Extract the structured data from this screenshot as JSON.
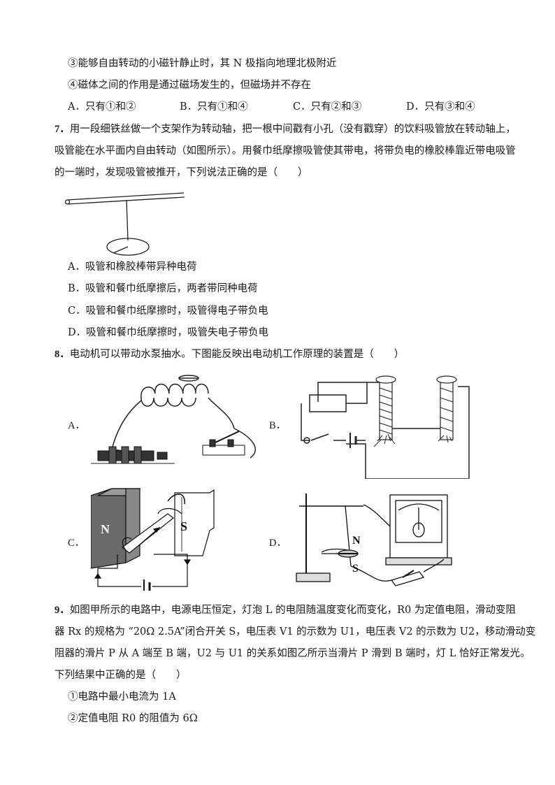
{
  "q6": {
    "item3": "③能够自由转动的小磁针静止时，其 N 极指向地理北极附近",
    "item4": "④磁体之间的作用是通过磁场发生的，但磁场并不存在",
    "opt_a": "A．只有①和②",
    "opt_b": "B．只有①和④",
    "opt_c": "C．只有②和③",
    "opt_d": "D．只有③和④"
  },
  "q7": {
    "num": "7．",
    "line1": "用一段细铁丝做一个支架作为转动轴，把一根中间戳有小孔（没有戳穿）的饮料吸管放在转动轴上，",
    "line2": "吸管能在水平面内自由转动（如图所示）。用餐巾纸摩擦吸管使其带电，将带负电的橡胶棒靠近带电吸管",
    "line3": "的一端时，发现吸管被推开，下列说法正确的是（　　）",
    "opt_a": "A．吸管和橡胶棒带异种电荷",
    "opt_b": "B．吸管和餐巾纸摩擦后，两者带同种电荷",
    "opt_c": "C．吸管和餐巾纸摩擦时，吸管得电子带负电",
    "opt_d": "D．吸管和餐巾纸摩擦时，吸管失电子带负电"
  },
  "q8": {
    "num": "8．",
    "stem": "电动机可以带动水泵抽水。下图能反映出电动机工作原理的装置是（　　）",
    "label_a": "A．",
    "label_b": "B．",
    "label_c": "C．",
    "label_d": "D．",
    "magnet_n": "N",
    "magnet_s": "S",
    "needle_n": "N",
    "needle_s": "S"
  },
  "q9": {
    "num": "9．",
    "line1": "如图甲所示的电路中，电源电压恒定，灯泡 L 的电阻随温度变化而变化，R0 为定值电阻，滑动变阻",
    "line2": "器 Rx 的规格为 “20Ω 2.5A”闭合开关 S，电压表 V1 的示数为 U1，电压表 V2 的示数为 U2，移动滑动变",
    "line3": "阻器的滑片 P 从 A 端至 B 端，U2 与 U1 的关系如图乙所示当滑片 P 滑到 B 端时，灯 L 恰好正常发光。",
    "line4": "下列结果中正确的是（　　）",
    "item1": "①电路中最小电流为 1A",
    "item2": "②定值电阻 R0 的阻值为 6Ω"
  }
}
